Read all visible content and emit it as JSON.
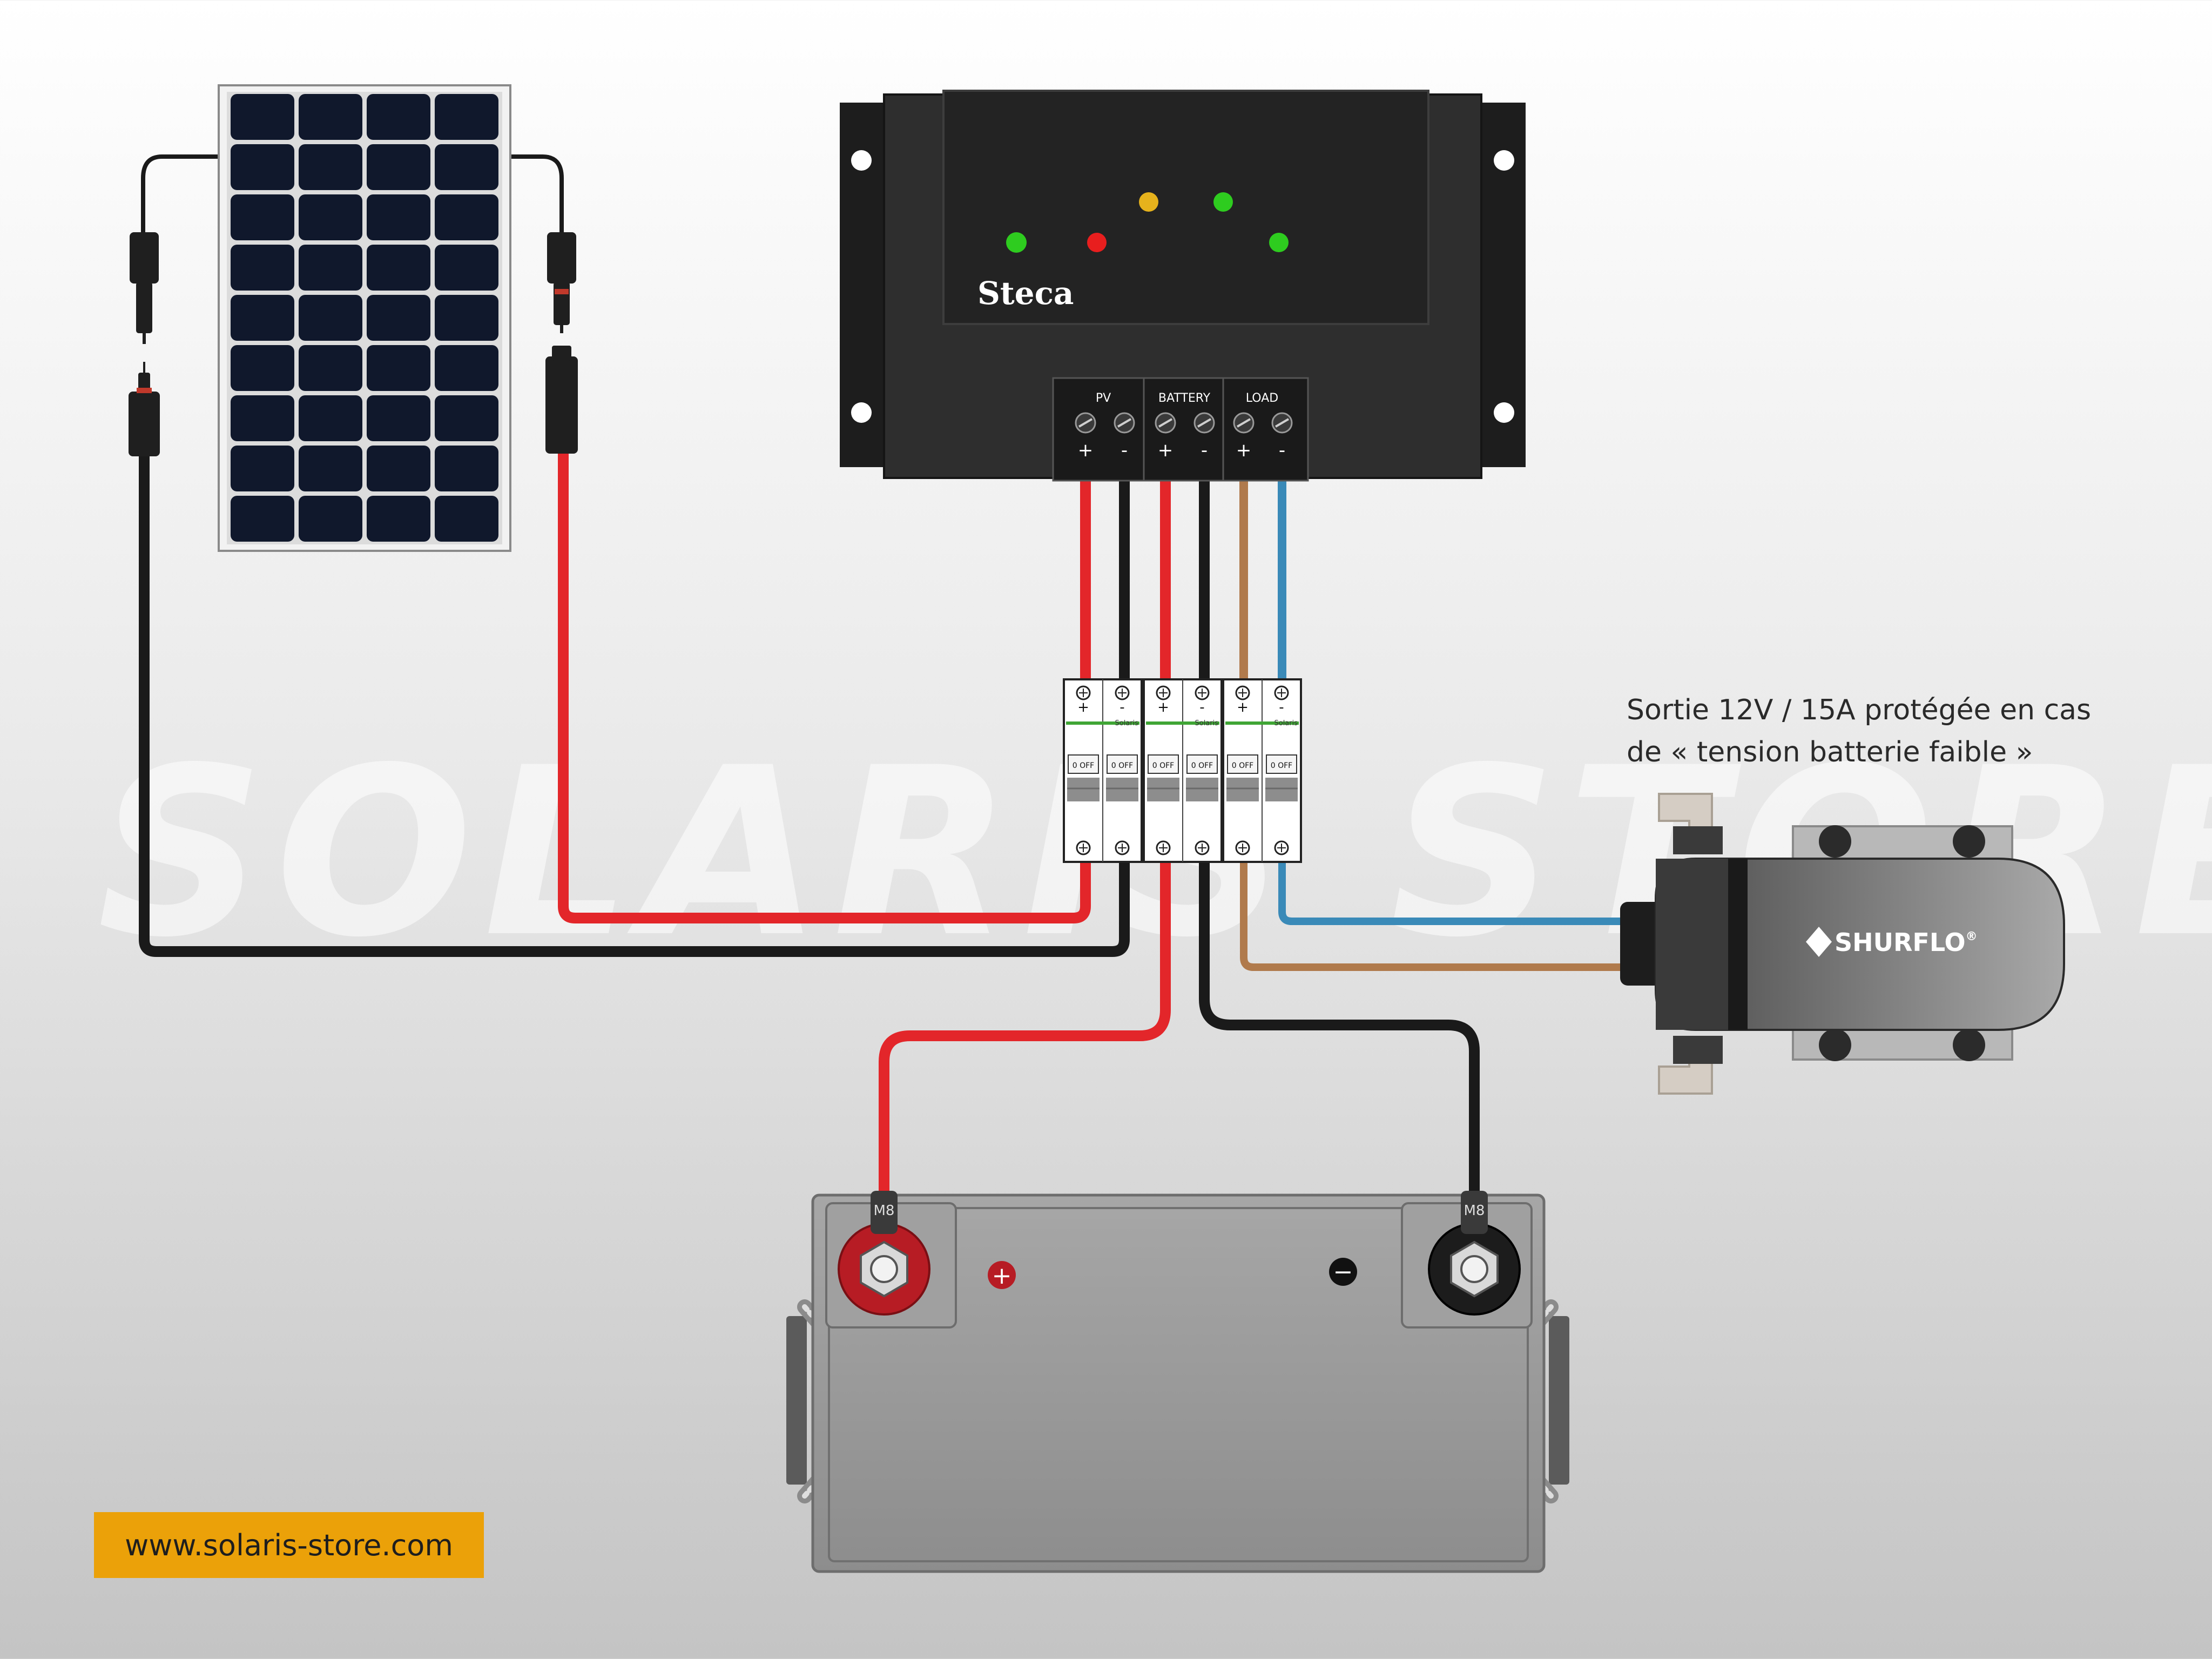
{
  "watermark": "SOLARIS STORE",
  "controller": {
    "brand": "Steca",
    "terminals": [
      "PV",
      "BATTERY",
      "LOAD"
    ],
    "plus": "+",
    "minus": "-"
  },
  "breaker": {
    "brand": "Solaris",
    "off_label": "0 OFF"
  },
  "pump": {
    "brand": "SHURFLO",
    "registered": "®"
  },
  "battery": {
    "bolt_label": "M8",
    "plus_symbol": "+",
    "minus_symbol": "−"
  },
  "note": {
    "line1": "Sortie 12V / 15A protégée en cas",
    "line2": "de « tension batterie faible »"
  },
  "url": "www.solaris-store.com",
  "colors": {
    "positive_wire": "#e3262a",
    "negative_wire": "#1a1a1a",
    "load_positive_wire": "#b07a4c",
    "load_negative_wire": "#3a8ab8",
    "led_green": "#2ecc1f",
    "led_red": "#e81e1e",
    "led_yellow": "#e6b21c",
    "url_badge": "#eba109"
  }
}
